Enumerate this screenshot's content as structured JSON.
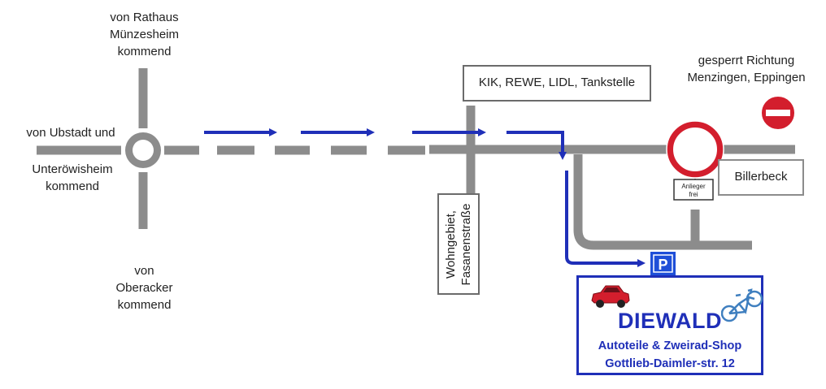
{
  "labels": {
    "north": "von Rathaus\nMünzesheim\nkommend",
    "west_1": "von Ubstadt und",
    "west_2": "Unteröwisheim\nkommend",
    "south": "von\nOberacker\nkommend",
    "stores": "KIK, REWE, LIDL, Tankstelle",
    "residential": "Wohngebiet,\nFasanenstraße",
    "closed": "gesperrt Richtung\nMenzingen, Eppingen",
    "exception_sign": "Anlieger\nfrei",
    "town": "Billerbeck",
    "parking": "P"
  },
  "shop": {
    "name": "DIEWALD",
    "line1": "Autoteile & Zweirad-Shop",
    "line2": "Gottlieb-Daimler-str. 12"
  },
  "colors": {
    "road": "#8c8c8c",
    "route": "#1f2fb8",
    "sign_red": "#d31e2d",
    "parking_blue": "#1f4fd8",
    "text": "#222222"
  },
  "icons": [
    "roundabout-icon",
    "no-entry-sign-icon",
    "no-vehicles-sign-icon",
    "parking-sign-icon",
    "car-icon",
    "bicycle-icon"
  ]
}
